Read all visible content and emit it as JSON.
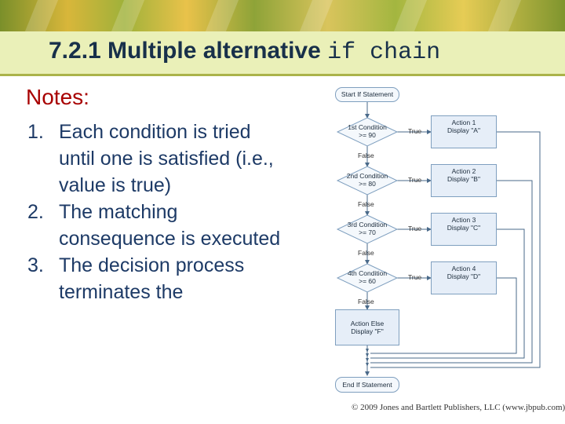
{
  "slide": {
    "title_text": "7.2.1 Multiple alternative ",
    "title_code": "if chain",
    "notes_heading": "Notes:",
    "notes": [
      {
        "num": "1.",
        "text": "Each condition is tried until one is satisfied (i.e., value is true)"
      },
      {
        "num": "2.",
        "text": "The matching consequence is executed"
      },
      {
        "num": "3.",
        "text": "The decision process terminates the"
      }
    ],
    "copyright": "© 2009 Jones and Bartlett Publishers, LLC (www.jbpub.com)"
  },
  "flowchart": {
    "start": "Start If Statement",
    "conditions": [
      {
        "label": "1st Condition",
        "expr": ">= 90"
      },
      {
        "label": "2nd Condition",
        "expr": ">= 80"
      },
      {
        "label": "3rd Condition",
        "expr": ">= 70"
      },
      {
        "label": "4th Condition",
        "expr": ">= 60"
      }
    ],
    "actions": [
      {
        "label": "Action 1",
        "display": "Display \"A\""
      },
      {
        "label": "Action 2",
        "display": "Display \"B\""
      },
      {
        "label": "Action 3",
        "display": "Display \"C\""
      },
      {
        "label": "Action 4",
        "display": "Display \"D\""
      }
    ],
    "else_action": {
      "label": "Action Else",
      "display": "Display \"F\""
    },
    "true_label": "True",
    "false_label": "False",
    "end": "End If Statement"
  },
  "colors": {
    "title": "#18304a",
    "notes_heading": "#a80000",
    "notes_text": "#1d3a66",
    "flow_line": "#4a6a8a"
  }
}
